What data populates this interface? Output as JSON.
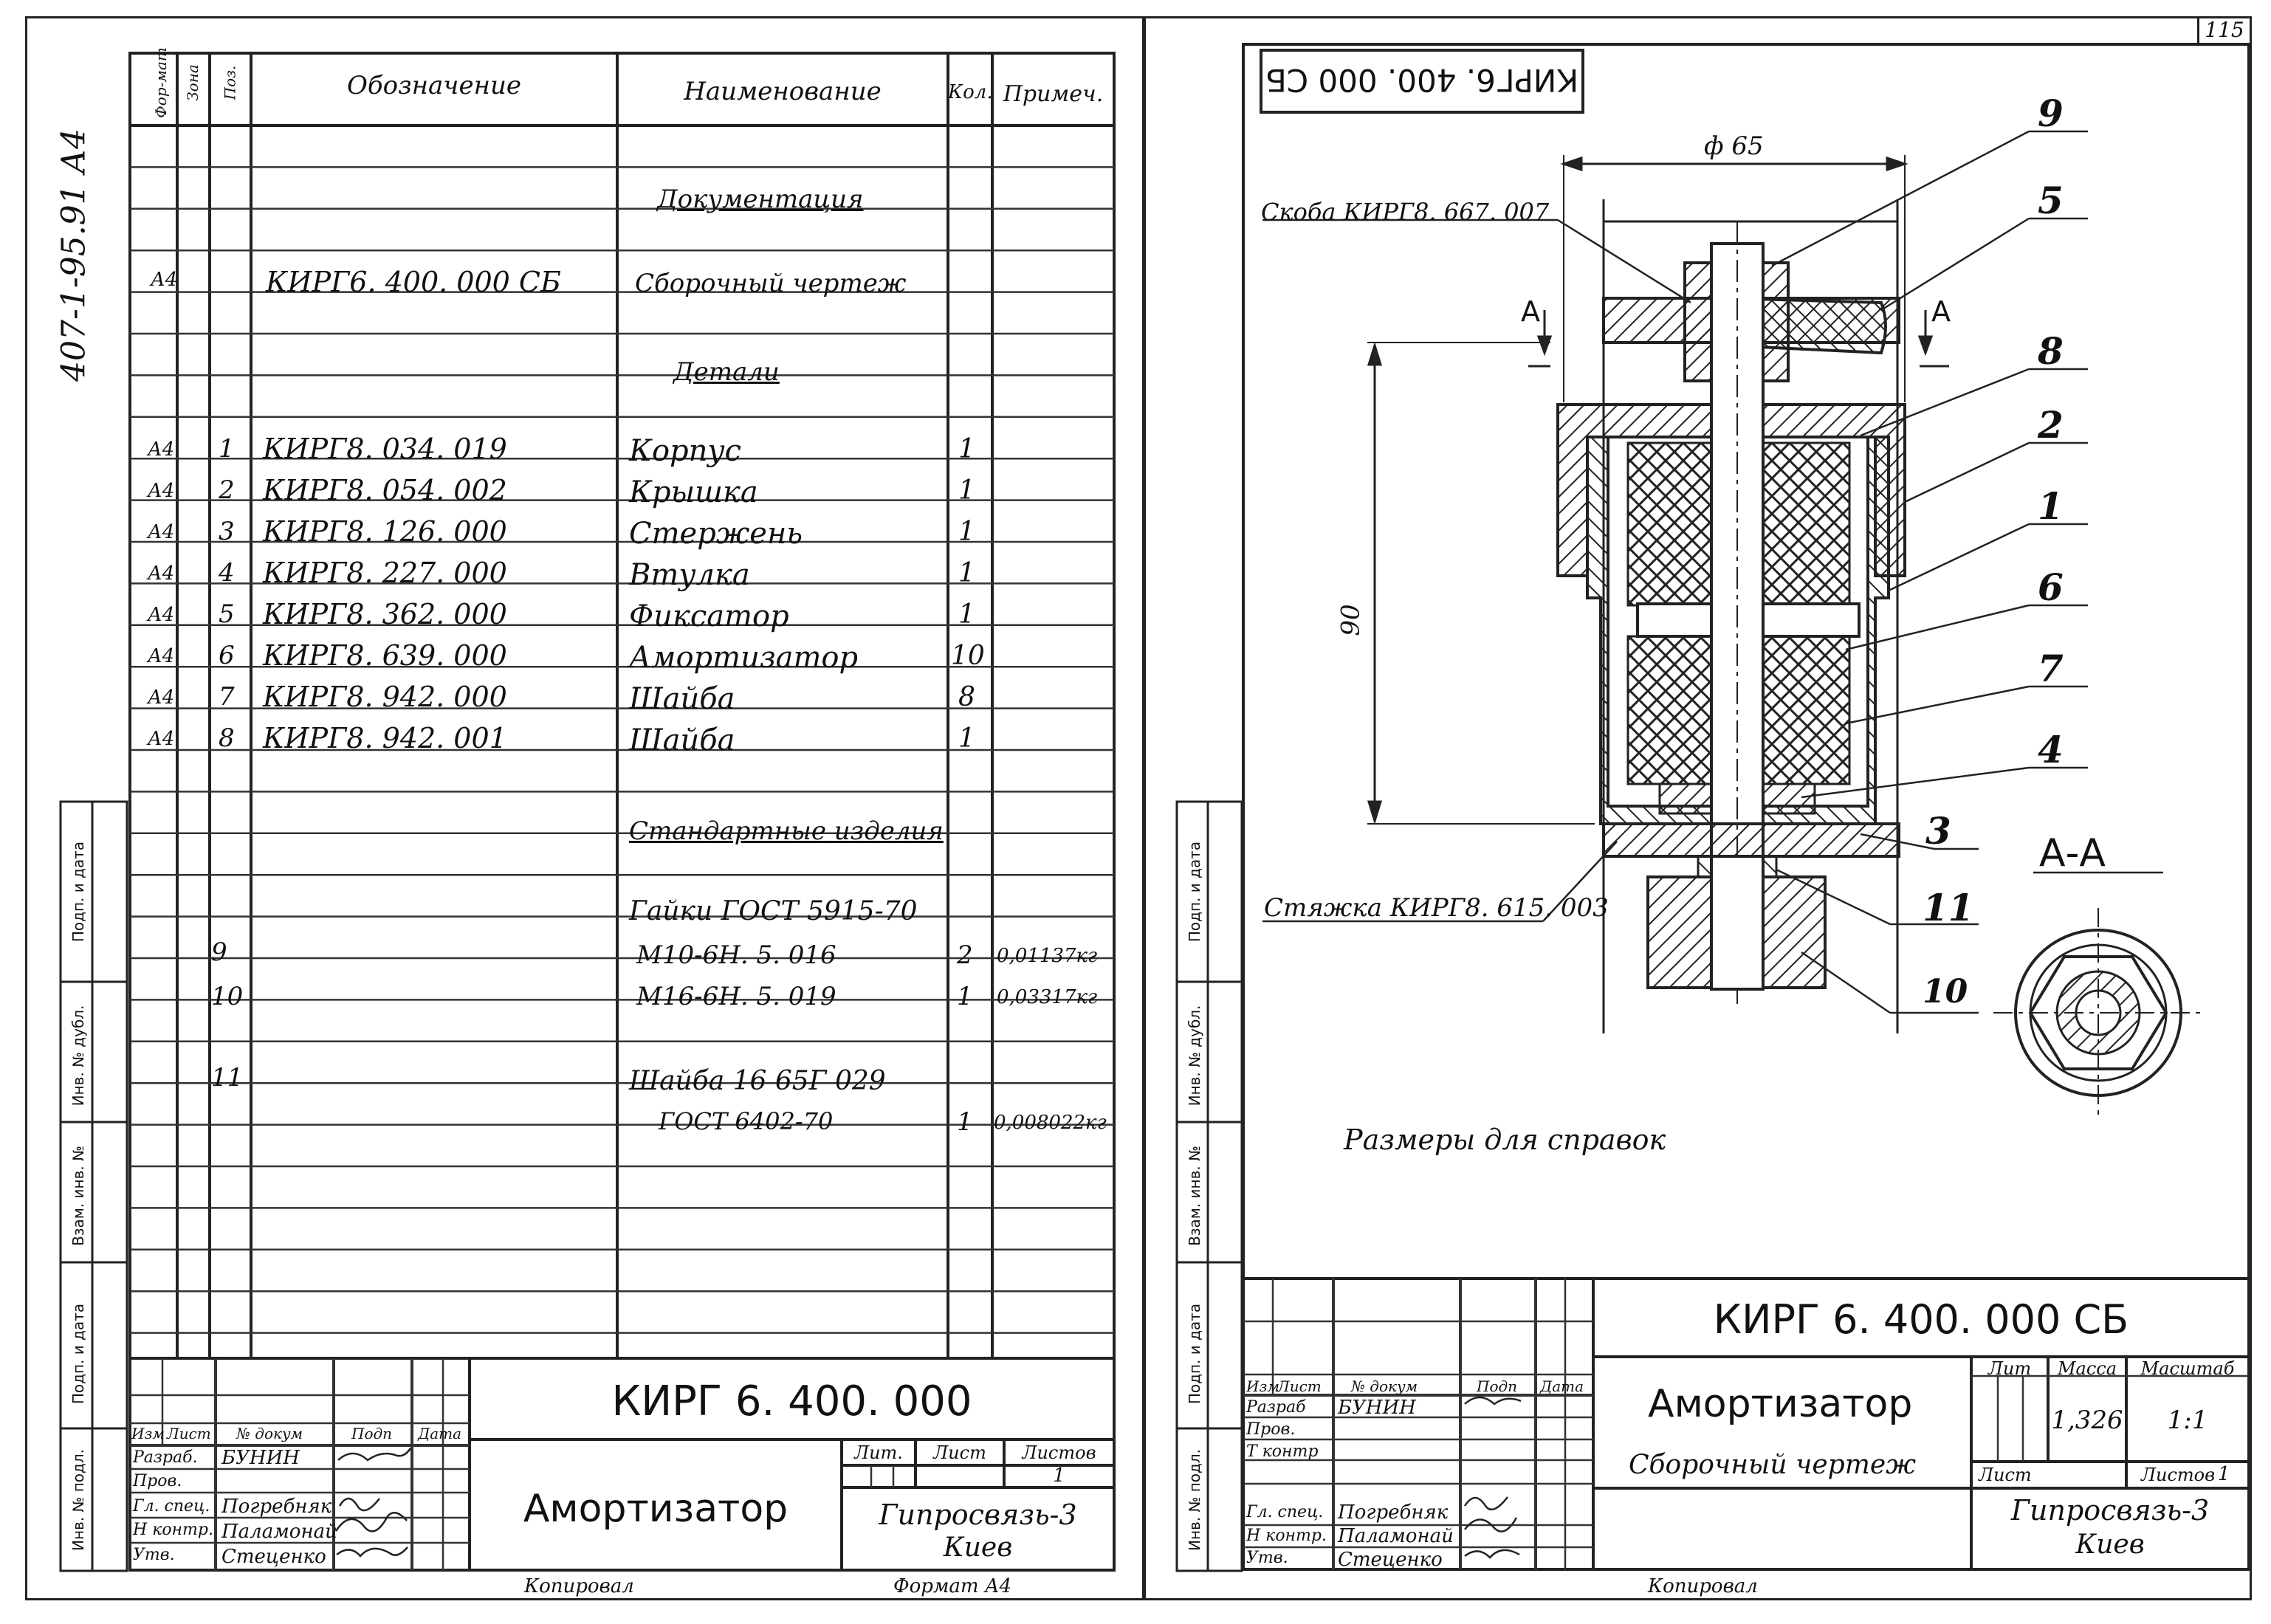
{
  "top_right_number": "115",
  "side_code": "407-1-95.91 А4",
  "left_sheet": {
    "headers": {
      "format": "Фор-мат",
      "zone": "Зона",
      "pos": "Поз.",
      "designation": "Обозначение",
      "name": "Наименование",
      "qty": "Кол.",
      "note": "Примеч."
    },
    "sections": {
      "documentation": "Документация",
      "details": "Детали",
      "standard": "Стандартные изделия"
    },
    "assembly_row": {
      "format": "А4",
      "designation": "КИРГ6. 400. 000 СБ",
      "name": "Сборочный чертеж"
    },
    "parts": [
      {
        "format": "А4",
        "pos": "1",
        "designation": "КИРГ8. 034. 019",
        "name": "Корпус",
        "qty": "1"
      },
      {
        "format": "А4",
        "pos": "2",
        "designation": "КИРГ8. 054. 002",
        "name": "Крышка",
        "qty": "1"
      },
      {
        "format": "А4",
        "pos": "3",
        "designation": "КИРГ8. 126. 000",
        "name": "Стержень",
        "qty": "1"
      },
      {
        "format": "А4",
        "pos": "4",
        "designation": "КИРГ8. 227. 000",
        "name": "Втулка",
        "qty": "1"
      },
      {
        "format": "А4",
        "pos": "5",
        "designation": "КИРГ8. 362. 000",
        "name": "Фиксатор",
        "qty": "1"
      },
      {
        "format": "А4",
        "pos": "6",
        "designation": "КИРГ8. 639. 000",
        "name": "Амортизатор",
        "qty": "10"
      },
      {
        "format": "А4",
        "pos": "7",
        "designation": "КИРГ8. 942. 000",
        "name": "Шайба",
        "qty": "8"
      },
      {
        "format": "А4",
        "pos": "8",
        "designation": "КИРГ8. 942. 001",
        "name": "Шайба",
        "qty": "1"
      }
    ],
    "standard_items": {
      "nuts_title": "Гайки ГОСТ 5915-70",
      "nut1": {
        "pos": "9",
        "name": "М10-6Н. 5. 016",
        "qty": "2",
        "note": "0,01137кг"
      },
      "nut2": {
        "pos": "10",
        "name": "М16-6Н. 5. 019",
        "qty": "1",
        "note": "0,03317кг"
      },
      "washer": {
        "pos": "11",
        "name": "Шайба 16 65Г 029",
        "std": "ГОСТ 6402-70",
        "qty": "1",
        "note": "0,008022кг"
      }
    },
    "side_stamp": [
      "Инв. № подл.",
      "Подп. и дата",
      "Взам. инв. №",
      "Инв. № дубл.",
      "Подп. и дата"
    ],
    "title_block": {
      "code": "КИРГ 6. 400. 000",
      "name": "Амортизатор",
      "org": "Гипросвязь-3",
      "city": "Киев",
      "col_headers": [
        "Изм",
        "Лист",
        "№ докум",
        "Подп",
        "Дата"
      ],
      "roles": [
        "Разраб.",
        "Пров.",
        "Гл. спец.",
        "Н контр.",
        "Утв."
      ],
      "people": [
        "БУНИН",
        "",
        "Погребняк",
        "Паламонай",
        "Стеценко"
      ],
      "lit_label": "Лит.",
      "sheet_label": "Лист",
      "sheets_label": "Листов",
      "sheets_value": "1"
    },
    "footer": {
      "copied": "Копировал",
      "format": "Формат А4"
    }
  },
  "right_sheet": {
    "mirrored_code": "КИРГ6. 400. 000 СБ",
    "dims": {
      "diameter": "ф 65",
      "height": "90"
    },
    "labels": {
      "skoba": "Скоба КИРГ8. 667. 007",
      "styazhka": "Стяжка КИРГ8. 615. 003",
      "section_mark": "А",
      "section_title": "А-А"
    },
    "balloons": [
      "9",
      "5",
      "8",
      "2",
      "1",
      "6",
      "7",
      "4",
      "3",
      "11",
      "10"
    ],
    "note": "Размеры для справок",
    "title_block": {
      "code": "КИРГ 6. 400. 000 СБ",
      "name": "Амортизатор",
      "subtitle": "Сборочный чертеж",
      "mass_label": "Масса",
      "scale_label": "Масштаб",
      "lit_label": "Лит",
      "mass": "1,326",
      "scale": "1:1",
      "sheet_label": "Лист",
      "sheets_label": "Листов",
      "sheets_value": "1",
      "org": "Гипросвязь-3",
      "city": "Киев",
      "col_headers": [
        "Изм",
        "Лист",
        "№ докум",
        "Подп",
        "Дата"
      ],
      "roles": [
        "Разраб",
        "Пров.",
        "Т контр",
        "Гл. спец.",
        "Н контр.",
        "Утв."
      ],
      "people": [
        "БУНИН",
        "",
        "",
        "Погребняк",
        "Паламонай",
        "Стеценко"
      ]
    },
    "footer": {
      "copied": "Копировал"
    }
  }
}
